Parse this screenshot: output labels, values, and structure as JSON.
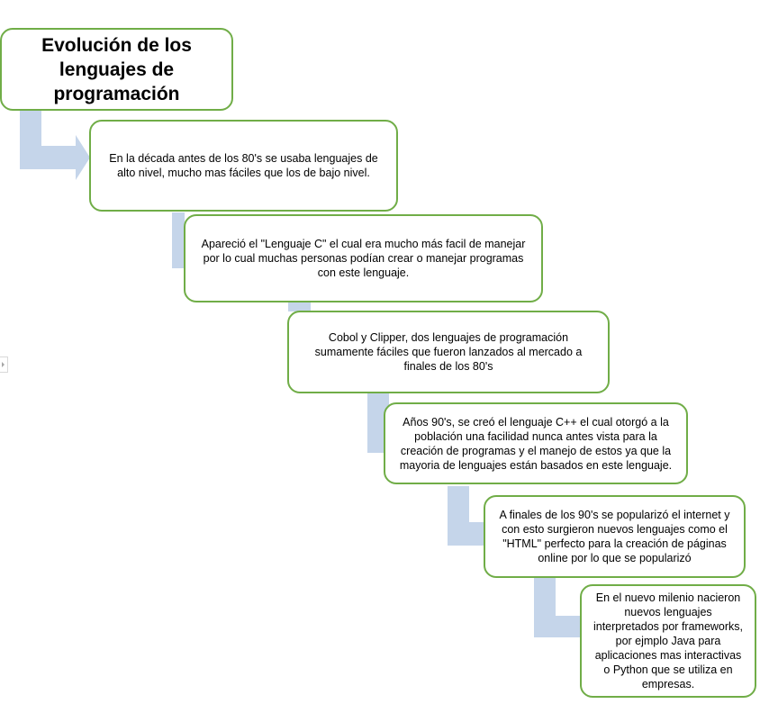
{
  "diagram": {
    "title": "Evolución de los lenguajes de programación",
    "steps": [
      "En la década antes de los 80's se usaba lenguajes de alto nivel, mucho mas fáciles que los de bajo nivel.",
      "Apareció el \"Lenguaje C\" el cual era mucho más facil de manejar por lo cual muchas personas podían crear o manejar programas con este lenguaje.",
      "Cobol y Clipper, dos lenguajes de programación sumamente fáciles que fueron lanzados al mercado a finales de los 80's",
      "Años 90's, se creó el lenguaje C++ el cual otorgó a la población una facilidad nunca antes vista para la creación de programas y el manejo de estos ya que la mayoria de lenguajes están basados en este lenguaje.",
      "A finales de los 90's se popularizó el internet y con esto surgieron nuevos lenguajes como el \"HTML\" perfecto para la creación de páginas online por lo que se popularizó",
      "En el nuevo milenio nacieron nuevos lenguajes interpretados por frameworks, por ejmplo Java para aplicaciones mas interactivas o Python que se utiliza en empresas."
    ]
  },
  "colors": {
    "box_border": "#70ad47",
    "connector": "#c5d5ea",
    "background": "#ffffff"
  }
}
